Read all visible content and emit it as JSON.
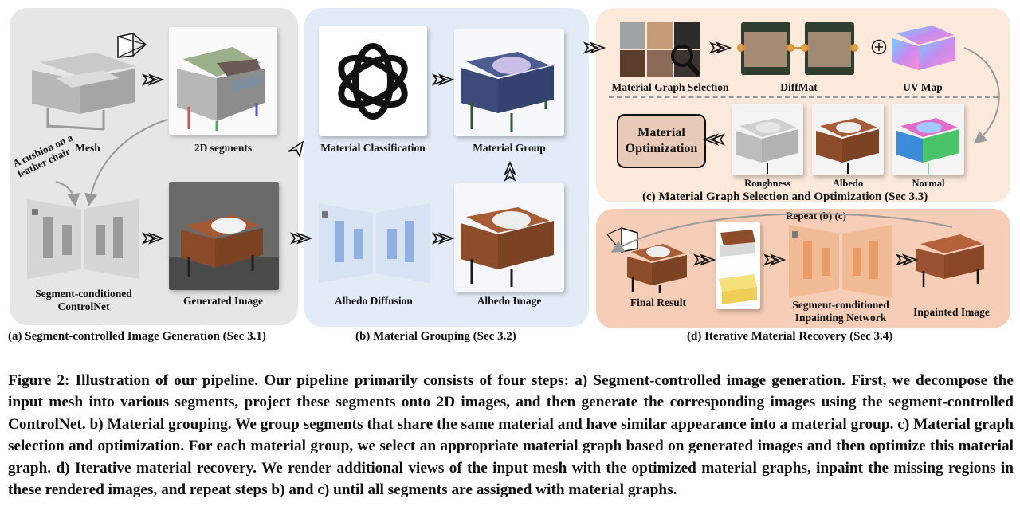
{
  "panels": {
    "a": {
      "caption": "(a) Segment-controlled Image Generation (Sec 3.1)",
      "labels": {
        "mesh": "Mesh",
        "segments": "2D segments",
        "controlnet": "Segment-conditioned ControlNet",
        "generated": "Generated Image",
        "prompt": "A cushion on a leather chair"
      }
    },
    "b": {
      "caption": "(b) Material Grouping (Sec 3.2)",
      "labels": {
        "classification": "Material Classification",
        "group": "Material Group",
        "albedo_diffusion": "Albedo Diffusion",
        "albedo_image": "Albedo Image"
      }
    },
    "c": {
      "caption": "(c) Material Graph Selection and Optimization (Sec 3.3)",
      "labels": {
        "selection": "Material Graph Selection",
        "diffmat": "DiffMat",
        "uvmap": "UV Map",
        "optimization": "Material Optimization",
        "roughness": "Roughness",
        "albedo": "Albedo",
        "normal": "Normal"
      }
    },
    "d": {
      "caption": "(d) Iterative Material Recovery (Sec 3.4)",
      "labels": {
        "repeat": "Repeat (b) (c)",
        "final": "Final Result",
        "inpainting": "Segment-conditioned Inpainting Network",
        "inpainted": "Inpainted Image"
      }
    }
  },
  "caption": {
    "label": "Figure 2:",
    "text": " Illustration of our pipeline. Our pipeline primarily consists of four steps: a) Segment-controlled image generation. First, we decompose the input mesh into various segments, project these segments onto 2D images, and then generate the corresponding images using the segment-controlled ControlNet. b) Material grouping. We group segments that share the same material and have similar appearance into a material group. c) Material graph selection and optimization. For each material group, we select an appropriate material graph based on generated images and then optimize this material graph. d) Iterative material recovery. We render additional views of the input mesh with the optimized material graphs, inpaint the missing regions in these rendered images, and repeat steps b) and c) until all segments are assigned with material graphs."
  },
  "colors": {
    "panel_a": "#e6e6e6",
    "panel_b": "#e3ebf6",
    "panel_c": "#fbe9dc",
    "panel_d": "#f6cdb7",
    "leather": "#8a4a28",
    "navy": "#3c4a78"
  }
}
